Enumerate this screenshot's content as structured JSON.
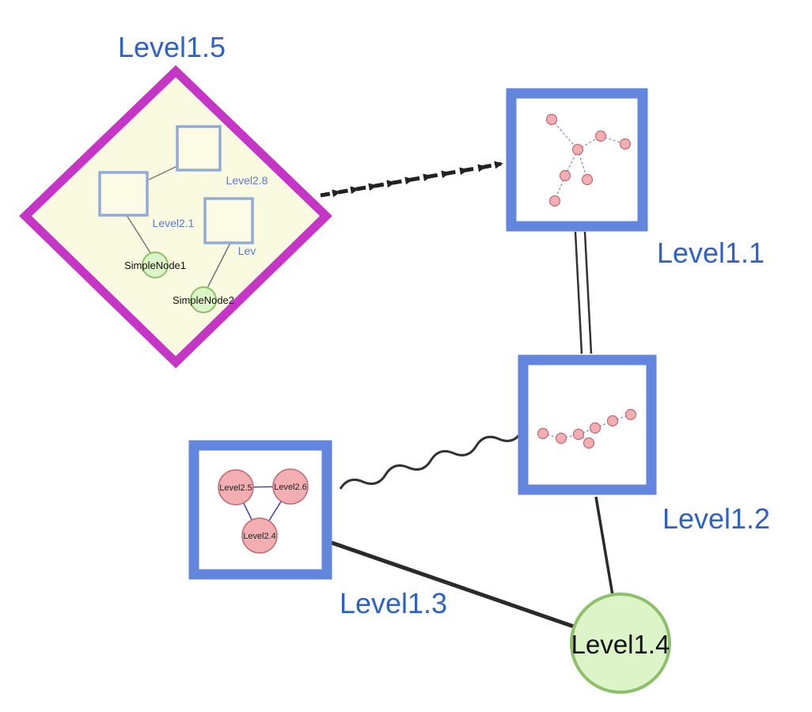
{
  "diagram": {
    "labels": {
      "level1_5": "Level1.5",
      "level1_1": "Level1.1",
      "level1_2": "Level1.2",
      "level1_3": "Level1.3",
      "level1_4": "Level1.4",
      "level2_8": "Level2.8",
      "level2_1": "Level2.1",
      "level2_trunc": "Lev",
      "simple_node1": "SimpleNode1",
      "simple_node2": "SimpleNode2",
      "level2_5": "Level2.5",
      "level2_6": "Level2.6",
      "level2_4": "Level2.4"
    },
    "colors": {
      "label_blue": "#2e62c9",
      "node_border_blue": "#6285dd",
      "diamond_magenta": "#c636c6",
      "diamond_fill": "#fafae0",
      "inner_square_fill": "#fbfbe6",
      "inner_square_border": "#92abd8",
      "green_fill": "#ddf3c8",
      "green_stroke": "#8cc06a",
      "pink_fill": "#f2aeb2",
      "pink_stroke": "#c06a6e",
      "edge_dark": "#2a2a2a",
      "mini_edge_blue": "#8090d8",
      "triangle_edge_blue": "#4646c8"
    }
  }
}
